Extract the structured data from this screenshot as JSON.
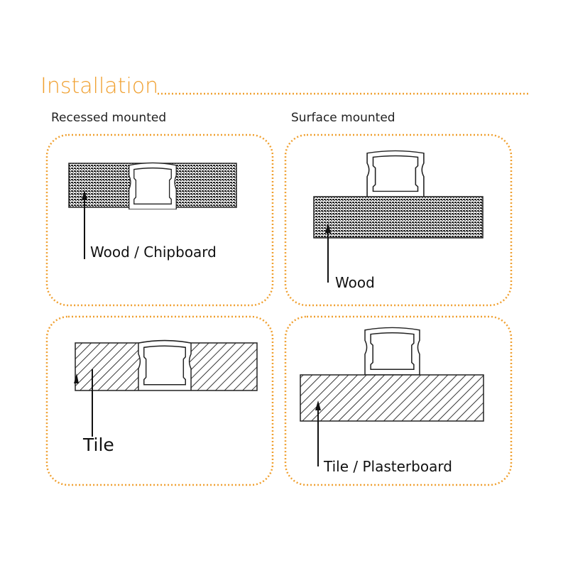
{
  "title": "Installation",
  "accent_color": "#f0a030",
  "sections": {
    "recessed": "Recessed mounted",
    "surface": "Surface mounted"
  },
  "panels": [
    {
      "label": "Wood / Chipboard",
      "mount": "recessed",
      "material": "wood"
    },
    {
      "label": "Wood",
      "mount": "surface",
      "material": "wood"
    },
    {
      "label": "Tile",
      "mount": "recessed",
      "material": "tile"
    },
    {
      "label": "Tile / Plasterboard",
      "mount": "surface",
      "material": "tile"
    }
  ]
}
